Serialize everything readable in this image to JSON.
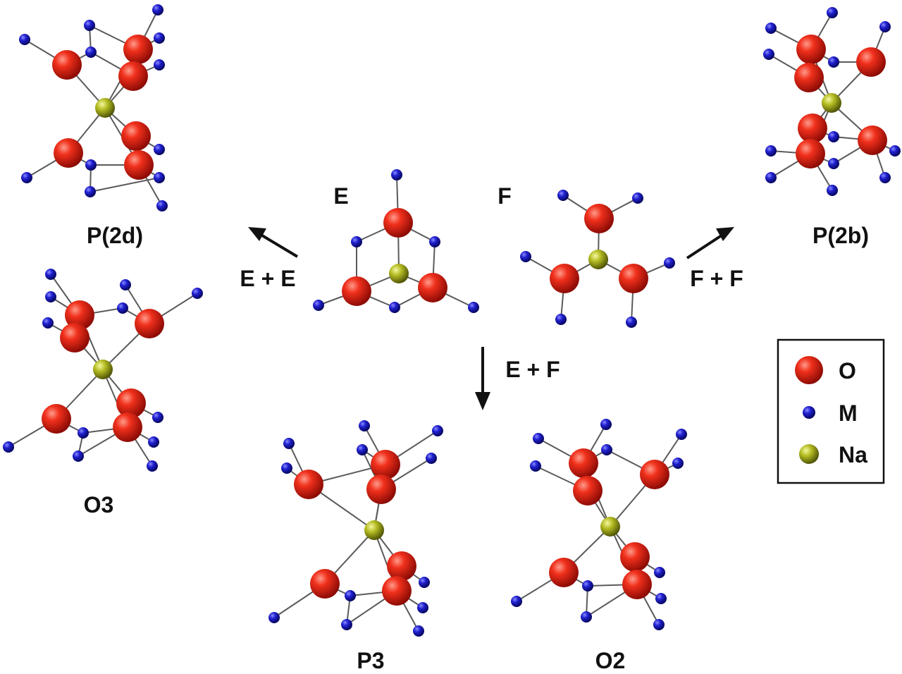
{
  "structures": {
    "p2d": "P(2d)",
    "p2b": "P(2b)",
    "o3": "O3",
    "p3": "P3",
    "o2": "O2"
  },
  "fragments": {
    "e": "E",
    "f": "F"
  },
  "reactions": {
    "e_plus_e": "E + E",
    "f_plus_f": "F + F",
    "e_plus_f": "E + F"
  },
  "legend": {
    "items": [
      {
        "symbol": "O",
        "color": "#e02010",
        "icon": "red-sphere"
      },
      {
        "symbol": "M",
        "color": "#1a1ab8",
        "icon": "blue-sphere"
      },
      {
        "symbol": "Na",
        "color": "#a8b020",
        "icon": "olive-sphere"
      }
    ]
  }
}
